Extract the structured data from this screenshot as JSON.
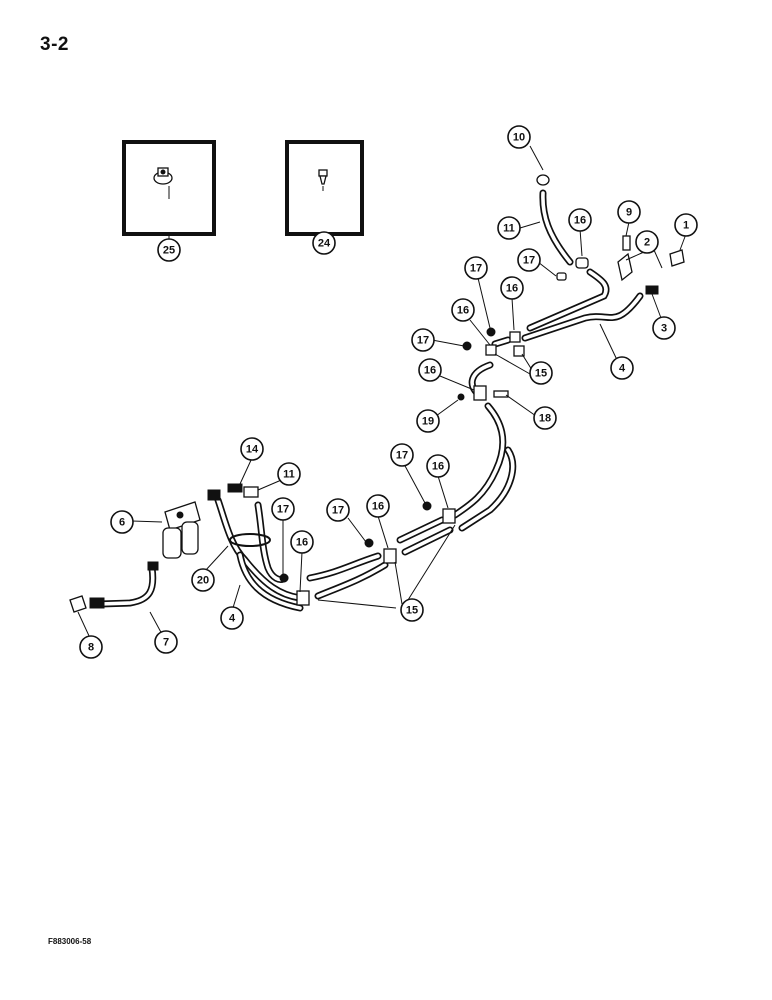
{
  "page": {
    "number": "3-2",
    "figure_code": "F883006-58"
  },
  "insets": [
    {
      "callout": "25",
      "icon": "filter-head-icon"
    },
    {
      "callout": "24",
      "icon": "bleed-screw-icon"
    }
  ],
  "callouts": [
    "1",
    "2",
    "3",
    "4",
    "6",
    "7",
    "8",
    "9",
    "10",
    "11",
    "14",
    "15",
    "16",
    "17",
    "18",
    "19",
    "20"
  ],
  "colors": {
    "ink": "#111111",
    "paper": "#ffffff"
  }
}
